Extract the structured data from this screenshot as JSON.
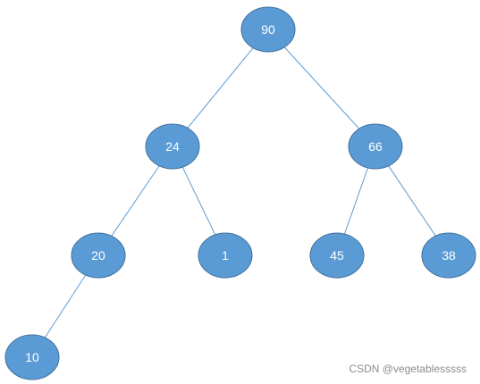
{
  "tree": {
    "fill_color": "#5b9bd5",
    "stroke_color": "#41719c",
    "edge_color": "#5b9bd5",
    "text_color": "#ffffff",
    "nodes": [
      {
        "id": "n90",
        "label": "90"
      },
      {
        "id": "n24",
        "label": "24"
      },
      {
        "id": "n66",
        "label": "66"
      },
      {
        "id": "n20",
        "label": "20"
      },
      {
        "id": "n1",
        "label": "1"
      },
      {
        "id": "n45",
        "label": "45"
      },
      {
        "id": "n38",
        "label": "38"
      },
      {
        "id": "n10",
        "label": "10"
      }
    ],
    "edges": [
      {
        "from": "n90",
        "to": "n24"
      },
      {
        "from": "n90",
        "to": "n66"
      },
      {
        "from": "n24",
        "to": "n20"
      },
      {
        "from": "n24",
        "to": "n1"
      },
      {
        "from": "n66",
        "to": "n45"
      },
      {
        "from": "n66",
        "to": "n38"
      },
      {
        "from": "n20",
        "to": "n10"
      }
    ]
  },
  "watermark": {
    "text": "CSDN @vegetablesssss"
  }
}
